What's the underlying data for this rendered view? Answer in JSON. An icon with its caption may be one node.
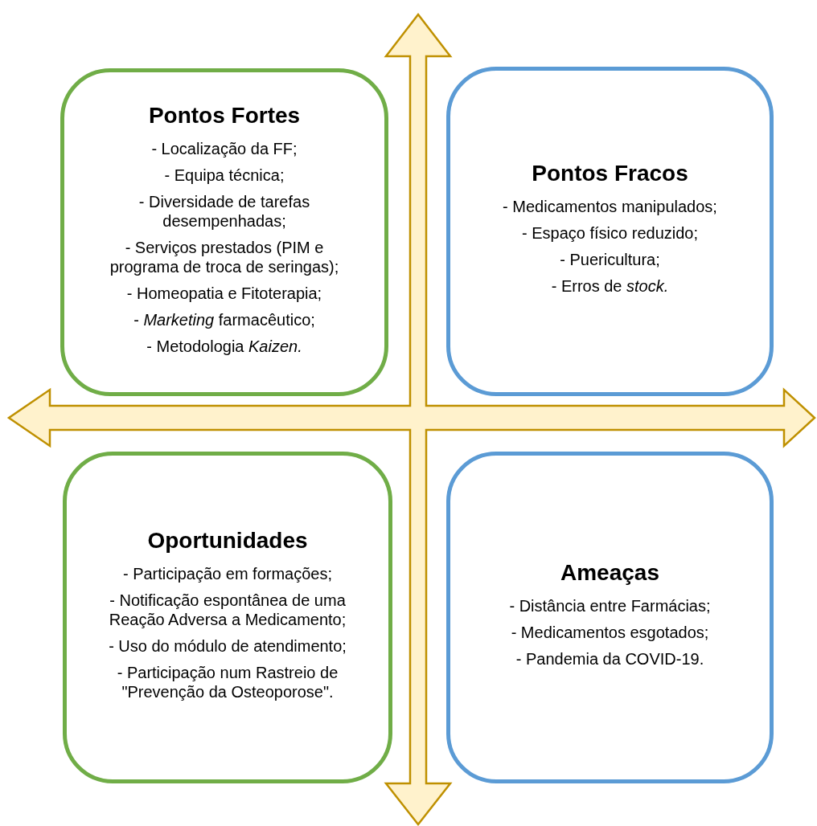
{
  "diagram": {
    "nodes": [
      {
        "text": [
          "Pontos Fortes",
          "- Localização da FF;",
          "- Equipa técnica;",
          "- Diversidade de tarefas desempenhadas;",
          "- Serviços prestados (PIM e programa de troca de seringas);",
          "- Homeopatia e Fitoterapia;",
          "- *Marketing* farmacêutico;",
          "- Metodologia *Kaizen.*"
        ]
      },
      {
        "text": [
          "Pontos Fracos",
          "- Medicamentos manipulados;",
          "- Espaço físico reduzido;",
          "- Puericultura;",
          "- Erros de *stock.*"
        ]
      },
      {
        "text": [
          "Oportunidades",
          "- Participação em formações;",
          "- Notificação espontânea de uma Reação Adversa a Medicamento;",
          "- Uso do módulo de atendimento;",
          "- Participação num Rastreio de \"Prevenção da Osteoporose\"."
        ]
      },
      {
        "text": [
          "Ameaças",
          "- Distância entre Farmácias;",
          "- Medicamentos esgotados;",
          "- Pandemia da COVID-19."
        ]
      }
    ]
  }
}
